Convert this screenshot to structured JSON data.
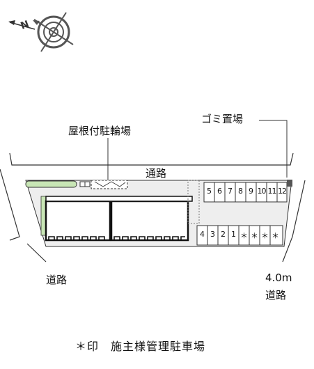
{
  "labels": {
    "bicycle_parking": "屋根付駐輪場",
    "garbage": "ゴミ置場",
    "road_top": "通路",
    "road_left": "道路",
    "road_right_width": "4.0m",
    "road_right": "道路",
    "footer": "＊印　施主様管理駐車場",
    "compass_letter": "N"
  },
  "parking": {
    "top_row": [
      "5",
      "6",
      "7",
      "8",
      "9",
      "10",
      "11",
      "12"
    ],
    "bottom_row": [
      "4",
      "3",
      "2",
      "1",
      "＊",
      "＊",
      "＊",
      "＊"
    ]
  },
  "icons": [
    "compass-rose-icon"
  ]
}
